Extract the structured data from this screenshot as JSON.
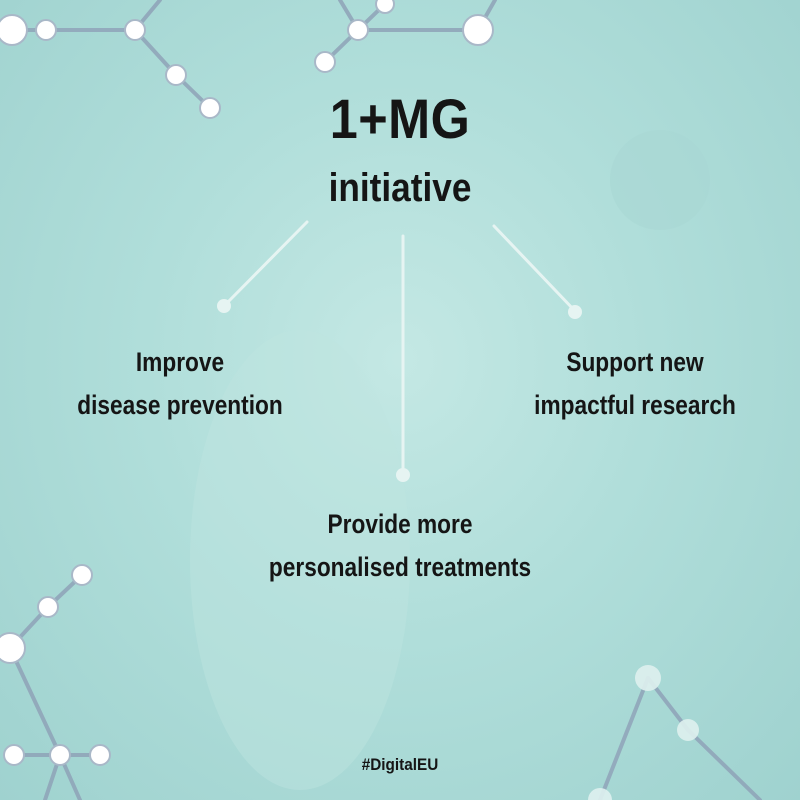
{
  "header": {
    "title": "1+MG",
    "subtitle": "initiative"
  },
  "goals": [
    {
      "line1": "Improve",
      "line2": "disease prevention"
    },
    {
      "line1": "Support new",
      "line2": "impactful research"
    },
    {
      "line1": "Provide more",
      "line2": "personalised treatments"
    }
  ],
  "footer": {
    "hashtag": "#DigitalEU"
  },
  "colors": {
    "background": "#b0deda",
    "text": "#151515",
    "connector": "#e6f4f2",
    "node": "#ffffff",
    "molecule_link": "#8fa3b8"
  }
}
